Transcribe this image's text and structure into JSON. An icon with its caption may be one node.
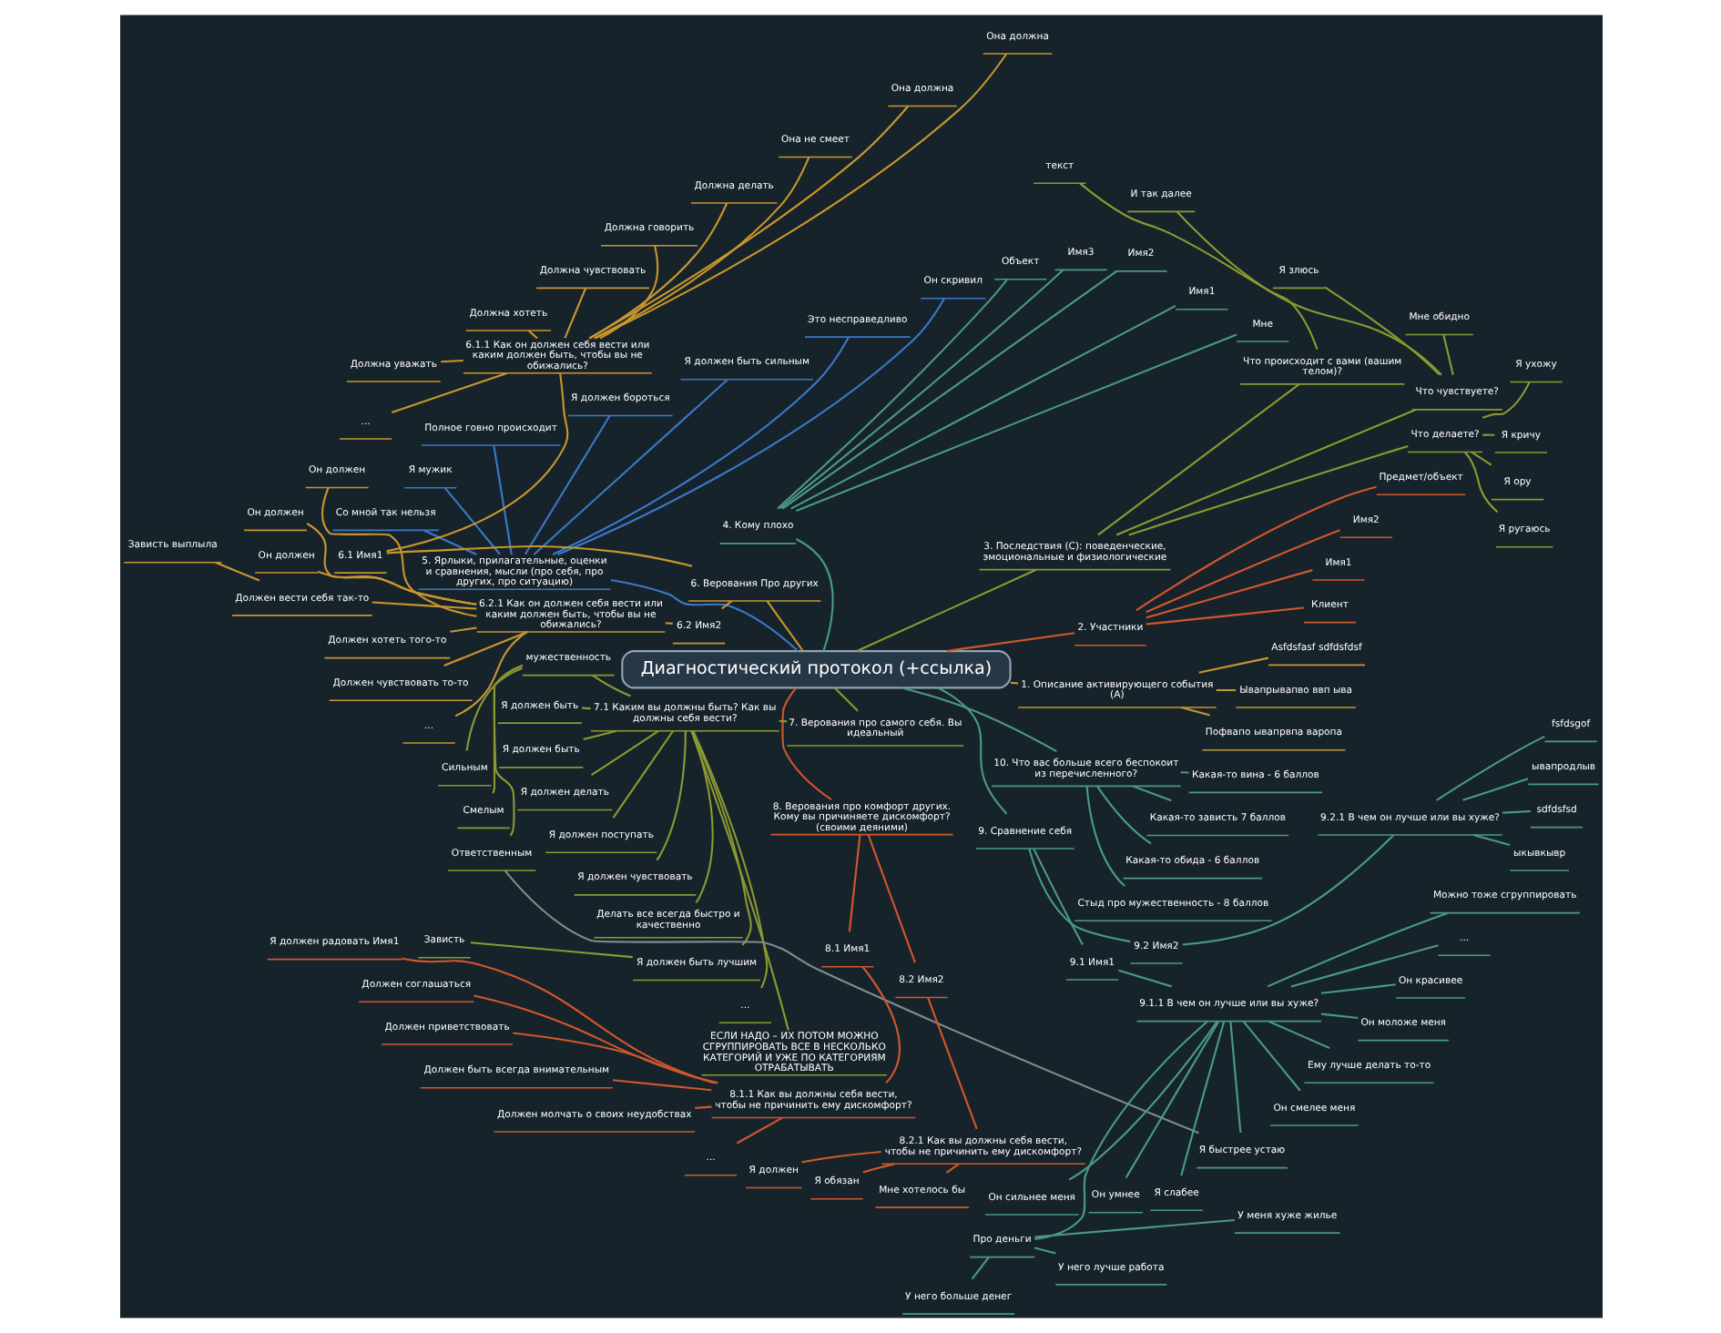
{
  "diagram": {
    "nodes": [
      {
        "text": [
          "Диагностический протокол (+ссылка)"
        ]
      },
      {
        "text": [
          "1. Описание активирующего события (А)"
        ]
      },
      {
        "text": [
          "Пофвапо ывапрвпа варопа"
        ]
      },
      {
        "text": [
          "Ывапрывапво ввп ыва"
        ]
      },
      {
        "text": [
          "Asfdsfasf sdfdsfdsf"
        ]
      },
      {
        "text": [
          "2. Участники"
        ]
      },
      {
        "text": [
          "Клиент"
        ]
      },
      {
        "text": [
          "Имя1"
        ]
      },
      {
        "text": [
          "Имя2"
        ]
      },
      {
        "text": [
          "Предмет/объект"
        ]
      },
      {
        "text": [
          "3. Последствия (С): поведенческие, эмоциональные и физиологические"
        ]
      },
      {
        "text": [
          "Что делаете?"
        ]
      },
      {
        "text": [
          "Я ругаюсь"
        ]
      },
      {
        "text": [
          "Я ору"
        ]
      },
      {
        "text": [
          "Я кричу"
        ]
      },
      {
        "text": [
          "Я ухожу"
        ]
      },
      {
        "text": [
          "Что чувствуете?"
        ]
      },
      {
        "text": [
          "Мне обидно"
        ]
      },
      {
        "text": [
          "Я злюсь"
        ]
      },
      {
        "text": [
          "И так далее"
        ]
      },
      {
        "text": [
          "Что происходит с вами (вашим телом)?"
        ]
      },
      {
        "text": [
          "текст"
        ]
      },
      {
        "text": [
          "4. Кому плохо"
        ]
      },
      {
        "text": [
          "Мне"
        ]
      },
      {
        "text": [
          "Имя1"
        ]
      },
      {
        "text": [
          "Имя2"
        ]
      },
      {
        "text": [
          "Имя3"
        ]
      },
      {
        "text": [
          "Объект"
        ]
      },
      {
        "text": [
          "5. Ярлыки, прилагательные, оценки и сравнения, мысли (про себя, про других, про ситуацию)"
        ]
      },
      {
        "text": [
          "Он скривил"
        ]
      },
      {
        "text": [
          "Это несправедливо"
        ]
      },
      {
        "text": [
          "Я должен быть сильным"
        ]
      },
      {
        "text": [
          "Я должен бороться"
        ]
      },
      {
        "text": [
          "Полное говно происходит"
        ]
      },
      {
        "text": [
          "Я мужик"
        ]
      },
      {
        "text": [
          "Со мной так нельзя"
        ]
      },
      {
        "text": [
          "6. Верования Про других"
        ]
      },
      {
        "text": [
          "6.1 Имя1"
        ]
      },
      {
        "text": [
          "6.1.1 Как он должен себя вести или каким должен быть, чтобы вы не обижались?"
        ]
      },
      {
        "text": [
          "Она должна"
        ]
      },
      {
        "text": [
          "Она должна"
        ]
      },
      {
        "text": [
          "Она не смеет"
        ]
      },
      {
        "text": [
          "Должна делать"
        ]
      },
      {
        "text": [
          "Должна говорить"
        ]
      },
      {
        "text": [
          "Должна чувствовать"
        ]
      },
      {
        "text": [
          "Должна хотеть"
        ]
      },
      {
        "text": [
          "Должна уважать"
        ]
      },
      {
        "text": [
          "..."
        ]
      },
      {
        "text": [
          "6.2 Имя2"
        ]
      },
      {
        "text": [
          "6.2.1 Как он должен себя вести или каким должен быть, чтобы вы не обижались?"
        ]
      },
      {
        "text": [
          "Он должен"
        ]
      },
      {
        "text": [
          "Он должен"
        ]
      },
      {
        "text": [
          "Он должен"
        ]
      },
      {
        "text": [
          "Должен вести себя так-то"
        ]
      },
      {
        "text": [
          "Зависть выплыла"
        ]
      },
      {
        "text": [
          "Должен хотеть того-то"
        ]
      },
      {
        "text": [
          "Должен чувствовать то-то"
        ]
      },
      {
        "text": [
          "..."
        ]
      },
      {
        "text": [
          "7. Верования про самого себя. Вы идеальный"
        ]
      },
      {
        "text": [
          "7.1 Каким вы должны быть? Как вы должны себя вести?"
        ]
      },
      {
        "text": [
          "мужественность"
        ]
      },
      {
        "text": [
          "Сильным"
        ]
      },
      {
        "text": [
          "Смелым"
        ]
      },
      {
        "text": [
          "Ответственным"
        ]
      },
      {
        "text": [
          "Я должен быть"
        ]
      },
      {
        "text": [
          "Я должен быть"
        ]
      },
      {
        "text": [
          "Я должен делать"
        ]
      },
      {
        "text": [
          "Я должен поступать"
        ]
      },
      {
        "text": [
          "Я должен чувствовать"
        ]
      },
      {
        "text": [
          "Делать все всегда быстро и качественно"
        ]
      },
      {
        "text": [
          "Я должен быть лучшим"
        ]
      },
      {
        "text": [
          "Зависть"
        ]
      },
      {
        "text": [
          "..."
        ]
      },
      {
        "text": [
          "ЕСЛИ НАДО – ИХ ПОТОМ МОЖНО СГРУППИРОВАТЬ ВСЕ В НЕСКОЛЬКО КАТЕГОРИЙ И УЖЕ ПО КАТЕГОРИЯМ ОТРАБАТЫВАТЬ"
        ]
      },
      {
        "text": [
          "8. Верования про комфорт других. Кому вы причиняете дискомфорт? (своими деяними)"
        ]
      },
      {
        "text": [
          "8.1 Имя1"
        ]
      },
      {
        "text": [
          "8.1.1 Как вы должны себя вести, чтобы не причинить ему дискомфорт?"
        ]
      },
      {
        "text": [
          "Я должен радовать Имя1"
        ]
      },
      {
        "text": [
          "Должен соглашаться"
        ]
      },
      {
        "text": [
          "Должен приветствовать"
        ]
      },
      {
        "text": [
          "Должен быть всегда внимательным"
        ]
      },
      {
        "text": [
          "Должен молчать о своих неудобствах"
        ]
      },
      {
        "text": [
          "..."
        ]
      },
      {
        "text": [
          "8.2 Имя2"
        ]
      },
      {
        "text": [
          "8.2.1 Как вы должны себя вести, чтобы не причинить ему дискомфорт?"
        ]
      },
      {
        "text": [
          "Я должен"
        ]
      },
      {
        "text": [
          "Я обязан"
        ]
      },
      {
        "text": [
          "Мне хотелось бы"
        ]
      },
      {
        "text": [
          "9. Сравнение себя"
        ]
      },
      {
        "text": [
          "9.1 Имя1"
        ]
      },
      {
        "text": [
          "9.1.1 В чем он лучше или вы хуже?"
        ]
      },
      {
        "text": [
          "Он сильнее меня"
        ]
      },
      {
        "text": [
          "Я слабее"
        ]
      },
      {
        "text": [
          "Про деньги"
        ]
      },
      {
        "text": [
          "У него больше денег"
        ]
      },
      {
        "text": [
          "У него лучше работа"
        ]
      },
      {
        "text": [
          "У меня хуже жилье"
        ]
      },
      {
        "text": [
          "Он умнее"
        ]
      },
      {
        "text": [
          "Я быстрее устаю"
        ]
      },
      {
        "text": [
          "Он смелее меня"
        ]
      },
      {
        "text": [
          "Ему лучше делать то-то"
        ]
      },
      {
        "text": [
          "Он моложе меня"
        ]
      },
      {
        "text": [
          "Он красивее"
        ]
      },
      {
        "text": [
          "..."
        ]
      },
      {
        "text": [
          "Можно тоже сгруппировать"
        ]
      },
      {
        "text": [
          "9.2 Имя2"
        ]
      },
      {
        "text": [
          "9.2.1 В чем он лучше или вы хуже?"
        ]
      },
      {
        "text": [
          "ыкывкывр"
        ]
      },
      {
        "text": [
          "sdfdsfsd"
        ]
      },
      {
        "text": [
          "ывапродлыв"
        ]
      },
      {
        "text": [
          "fsfdsgof"
        ]
      },
      {
        "text": [
          "10. Что вас больше всего беспокоит из перечисленного?"
        ]
      },
      {
        "text": [
          "Стыд про мужественность - 8 баллов"
        ]
      },
      {
        "text": [
          "Какая-то обида - 6 баллов"
        ]
      },
      {
        "text": [
          "Какая-то зависть 7 баллов"
        ]
      },
      {
        "text": [
          "Какая-то вина - 6 баллов"
        ]
      }
    ],
    "edges": [
      {
        "from": 0,
        "to": 1,
        "arrow": "none",
        "color": "#c8962e"
      },
      {
        "from": 1,
        "to": 2,
        "arrow": "none",
        "color": "#c8962e"
      },
      {
        "from": 1,
        "to": 3,
        "arrow": "none",
        "color": "#c8962e"
      },
      {
        "from": 1,
        "to": 4,
        "arrow": "none",
        "color": "#c8962e"
      },
      {
        "from": 0,
        "to": 5,
        "arrow": "none",
        "color": "#d0572c"
      },
      {
        "from": 5,
        "to": 6,
        "arrow": "none",
        "color": "#d0572c"
      },
      {
        "from": 5,
        "to": 7,
        "arrow": "none",
        "color": "#d0572c"
      },
      {
        "from": 5,
        "to": 8,
        "arrow": "none",
        "color": "#d0572c"
      },
      {
        "from": 5,
        "to": 9,
        "arrow": "none",
        "color": "#d0572c"
      },
      {
        "from": 0,
        "to": 10,
        "arrow": "none",
        "color": "#8a9a30"
      },
      {
        "from": 10,
        "to": 11,
        "arrow": "none",
        "color": "#8a9a30"
      },
      {
        "from": 11,
        "to": 12,
        "arrow": "none",
        "color": "#8a9a30"
      },
      {
        "from": 11,
        "to": 13,
        "arrow": "none",
        "color": "#8a9a30"
      },
      {
        "from": 11,
        "to": 14,
        "arrow": "none",
        "color": "#8a9a30"
      },
      {
        "from": 11,
        "to": 15,
        "arrow": "none",
        "color": "#8a9a30"
      },
      {
        "from": 10,
        "to": 16,
        "arrow": "none",
        "color": "#8a9a30"
      },
      {
        "from": 16,
        "to": 17,
        "arrow": "none",
        "color": "#8a9a30"
      },
      {
        "from": 16,
        "to": 18,
        "arrow": "none",
        "color": "#8a9a30"
      },
      {
        "from": 16,
        "to": 19,
        "arrow": "none",
        "color": "#8a9a30"
      },
      {
        "from": 10,
        "to": 20,
        "arrow": "none",
        "color": "#8a9a30"
      },
      {
        "from": 20,
        "to": 21,
        "arrow": "none",
        "color": "#8a9a30"
      },
      {
        "from": 0,
        "to": 22,
        "arrow": "none",
        "color": "#4a9a85"
      },
      {
        "from": 22,
        "to": 23,
        "arrow": "none",
        "color": "#4a9a85"
      },
      {
        "from": 22,
        "to": 24,
        "arrow": "none",
        "color": "#4a9a85"
      },
      {
        "from": 22,
        "to": 25,
        "arrow": "none",
        "color": "#4a9a85"
      },
      {
        "from": 22,
        "to": 26,
        "arrow": "none",
        "color": "#4a9a85"
      },
      {
        "from": 22,
        "to": 27,
        "arrow": "none",
        "color": "#4a9a85"
      },
      {
        "from": 0,
        "to": 28,
        "arrow": "none",
        "color": "#3a78c8"
      },
      {
        "from": 28,
        "to": 29,
        "arrow": "none",
        "color": "#3a78c8"
      },
      {
        "from": 28,
        "to": 30,
        "arrow": "none",
        "color": "#3a78c8"
      },
      {
        "from": 28,
        "to": 31,
        "arrow": "none",
        "color": "#3a78c8"
      },
      {
        "from": 28,
        "to": 32,
        "arrow": "none",
        "color": "#3a78c8"
      },
      {
        "from": 28,
        "to": 33,
        "arrow": "none",
        "color": "#3a78c8"
      },
      {
        "from": 28,
        "to": 34,
        "arrow": "none",
        "color": "#3a78c8"
      },
      {
        "from": 28,
        "to": 35,
        "arrow": "none",
        "color": "#3a78c8"
      },
      {
        "from": 0,
        "to": 36,
        "arrow": "none",
        "color": "#c8962e"
      },
      {
        "from": 36,
        "to": 37,
        "arrow": "none",
        "color": "#c8962e"
      },
      {
        "from": 37,
        "to": 38,
        "arrow": "none",
        "color": "#c8962e"
      },
      {
        "from": 38,
        "to": 39,
        "arrow": "none",
        "color": "#c8962e"
      },
      {
        "from": 38,
        "to": 40,
        "arrow": "none",
        "color": "#c8962e"
      },
      {
        "from": 38,
        "to": 41,
        "arrow": "none",
        "color": "#c8962e"
      },
      {
        "from": 38,
        "to": 42,
        "arrow": "none",
        "color": "#c8962e"
      },
      {
        "from": 38,
        "to": 43,
        "arrow": "none",
        "color": "#c8962e"
      },
      {
        "from": 38,
        "to": 44,
        "arrow": "none",
        "color": "#c8962e"
      },
      {
        "from": 38,
        "to": 45,
        "arrow": "none",
        "color": "#c8962e"
      },
      {
        "from": 38,
        "to": 46,
        "arrow": "none",
        "color": "#c8962e"
      },
      {
        "from": 38,
        "to": 47,
        "arrow": "none",
        "color": "#c8962e"
      },
      {
        "from": 36,
        "to": 48,
        "arrow": "none",
        "color": "#c8962e"
      },
      {
        "from": 48,
        "to": 49,
        "arrow": "none",
        "color": "#c8962e"
      },
      {
        "from": 49,
        "to": 50,
        "arrow": "none",
        "color": "#c8962e"
      },
      {
        "from": 49,
        "to": 51,
        "arrow": "none",
        "color": "#c8962e"
      },
      {
        "from": 49,
        "to": 52,
        "arrow": "none",
        "color": "#c8962e"
      },
      {
        "from": 49,
        "to": 53,
        "arrow": "none",
        "color": "#c8962e"
      },
      {
        "from": 53,
        "to": 54,
        "arrow": "none",
        "color": "#c8962e"
      },
      {
        "from": 49,
        "to": 55,
        "arrow": "none",
        "color": "#c8962e"
      },
      {
        "from": 49,
        "to": 56,
        "arrow": "none",
        "color": "#c8962e"
      },
      {
        "from": 49,
        "to": 57,
        "arrow": "none",
        "color": "#c8962e"
      },
      {
        "from": 0,
        "to": 58,
        "arrow": "none",
        "color": "#8a9a30"
      },
      {
        "from": 58,
        "to": 59,
        "arrow": "none",
        "color": "#8a9a30"
      },
      {
        "from": 59,
        "to": 60,
        "arrow": "none",
        "color": "#8a9a30"
      },
      {
        "from": 60,
        "to": 61,
        "arrow": "none",
        "color": "#8a9a30"
      },
      {
        "from": 60,
        "to": 62,
        "arrow": "none",
        "color": "#8a9a30"
      },
      {
        "from": 60,
        "to": 63,
        "arrow": "none",
        "color": "#8a9a30"
      },
      {
        "from": 59,
        "to": 64,
        "arrow": "none",
        "color": "#8a9a30"
      },
      {
        "from": 59,
        "to": 65,
        "arrow": "none",
        "color": "#8a9a30"
      },
      {
        "from": 59,
        "to": 66,
        "arrow": "none",
        "color": "#8a9a30"
      },
      {
        "from": 59,
        "to": 67,
        "arrow": "none",
        "color": "#8a9a30"
      },
      {
        "from": 59,
        "to": 68,
        "arrow": "none",
        "color": "#8a9a30"
      },
      {
        "from": 59,
        "to": 69,
        "arrow": "none",
        "color": "#8a9a30"
      },
      {
        "from": 59,
        "to": 70,
        "arrow": "none",
        "color": "#8a9a30"
      },
      {
        "from": 70,
        "to": 71,
        "arrow": "none",
        "color": "#8a9a30"
      },
      {
        "from": 59,
        "to": 72,
        "arrow": "none",
        "color": "#8a9a30"
      },
      {
        "from": 59,
        "to": 73,
        "arrow": "none",
        "color": "#8a9a30"
      },
      {
        "from": 0,
        "to": 74,
        "arrow": "none",
        "color": "#d0572c"
      },
      {
        "from": 74,
        "to": 75,
        "arrow": "none",
        "color": "#d0572c"
      },
      {
        "from": 75,
        "to": 76,
        "arrow": "none",
        "color": "#d0572c"
      },
      {
        "from": 76,
        "to": 77,
        "arrow": "none",
        "color": "#d0572c"
      },
      {
        "from": 76,
        "to": 78,
        "arrow": "none",
        "color": "#d0572c"
      },
      {
        "from": 76,
        "to": 79,
        "arrow": "none",
        "color": "#d0572c"
      },
      {
        "from": 76,
        "to": 80,
        "arrow": "none",
        "color": "#d0572c"
      },
      {
        "from": 76,
        "to": 81,
        "arrow": "none",
        "color": "#d0572c"
      },
      {
        "from": 76,
        "to": 82,
        "arrow": "none",
        "color": "#d0572c"
      },
      {
        "from": 74,
        "to": 83,
        "arrow": "none",
        "color": "#d0572c"
      },
      {
        "from": 83,
        "to": 84,
        "arrow": "none",
        "color": "#d0572c"
      },
      {
        "from": 84,
        "to": 85,
        "arrow": "none",
        "color": "#d0572c"
      },
      {
        "from": 84,
        "to": 86,
        "arrow": "none",
        "color": "#d0572c"
      },
      {
        "from": 84,
        "to": 87,
        "arrow": "none",
        "color": "#d0572c"
      },
      {
        "from": 0,
        "to": 88,
        "arrow": "none",
        "color": "#4a9a85"
      },
      {
        "from": 88,
        "to": 89,
        "arrow": "none",
        "color": "#4a9a85"
      },
      {
        "from": 89,
        "to": 90,
        "arrow": "none",
        "color": "#4a9a85"
      },
      {
        "from": 90,
        "to": 91,
        "arrow": "none",
        "color": "#4a9a85"
      },
      {
        "from": 90,
        "to": 92,
        "arrow": "none",
        "color": "#4a9a85"
      },
      {
        "from": 90,
        "to": 93,
        "arrow": "none",
        "color": "#4a9a85"
      },
      {
        "from": 93,
        "to": 94,
        "arrow": "none",
        "color": "#4a9a85"
      },
      {
        "from": 93,
        "to": 95,
        "arrow": "none",
        "color": "#4a9a85"
      },
      {
        "from": 93,
        "to": 96,
        "arrow": "none",
        "color": "#4a9a85"
      },
      {
        "from": 90,
        "to": 97,
        "arrow": "none",
        "color": "#4a9a85"
      },
      {
        "from": 90,
        "to": 98,
        "arrow": "none",
        "color": "#4a9a85"
      },
      {
        "from": 90,
        "to": 99,
        "arrow": "none",
        "color": "#4a9a85"
      },
      {
        "from": 90,
        "to": 100,
        "arrow": "none",
        "color": "#4a9a85"
      },
      {
        "from": 90,
        "to": 101,
        "arrow": "none",
        "color": "#4a9a85"
      },
      {
        "from": 90,
        "to": 102,
        "arrow": "none",
        "color": "#4a9a85"
      },
      {
        "from": 90,
        "to": 103,
        "arrow": "none",
        "color": "#4a9a85"
      },
      {
        "from": 90,
        "to": 104,
        "arrow": "none",
        "color": "#4a9a85"
      },
      {
        "from": 88,
        "to": 105,
        "arrow": "none",
        "color": "#4a9a85"
      },
      {
        "from": 105,
        "to": 106,
        "arrow": "none",
        "color": "#4a9a85"
      },
      {
        "from": 106,
        "to": 107,
        "arrow": "none",
        "color": "#4a9a85"
      },
      {
        "from": 106,
        "to": 108,
        "arrow": "none",
        "color": "#4a9a85"
      },
      {
        "from": 106,
        "to": 109,
        "arrow": "none",
        "color": "#4a9a85"
      },
      {
        "from": 106,
        "to": 110,
        "arrow": "none",
        "color": "#4a9a85"
      },
      {
        "from": 0,
        "to": 111,
        "arrow": "none",
        "color": "#4a9a85"
      },
      {
        "from": 111,
        "to": 112,
        "arrow": "none",
        "color": "#4a9a85"
      },
      {
        "from": 111,
        "to": 113,
        "arrow": "none",
        "color": "#4a9a85"
      },
      {
        "from": 111,
        "to": 114,
        "arrow": "none",
        "color": "#4a9a85"
      },
      {
        "from": 111,
        "to": 115,
        "arrow": "none",
        "color": "#4a9a85"
      },
      {
        "from": 63,
        "to": 98,
        "arrow": "none",
        "color": "#7f8c8d"
      }
    ]
  }
}
